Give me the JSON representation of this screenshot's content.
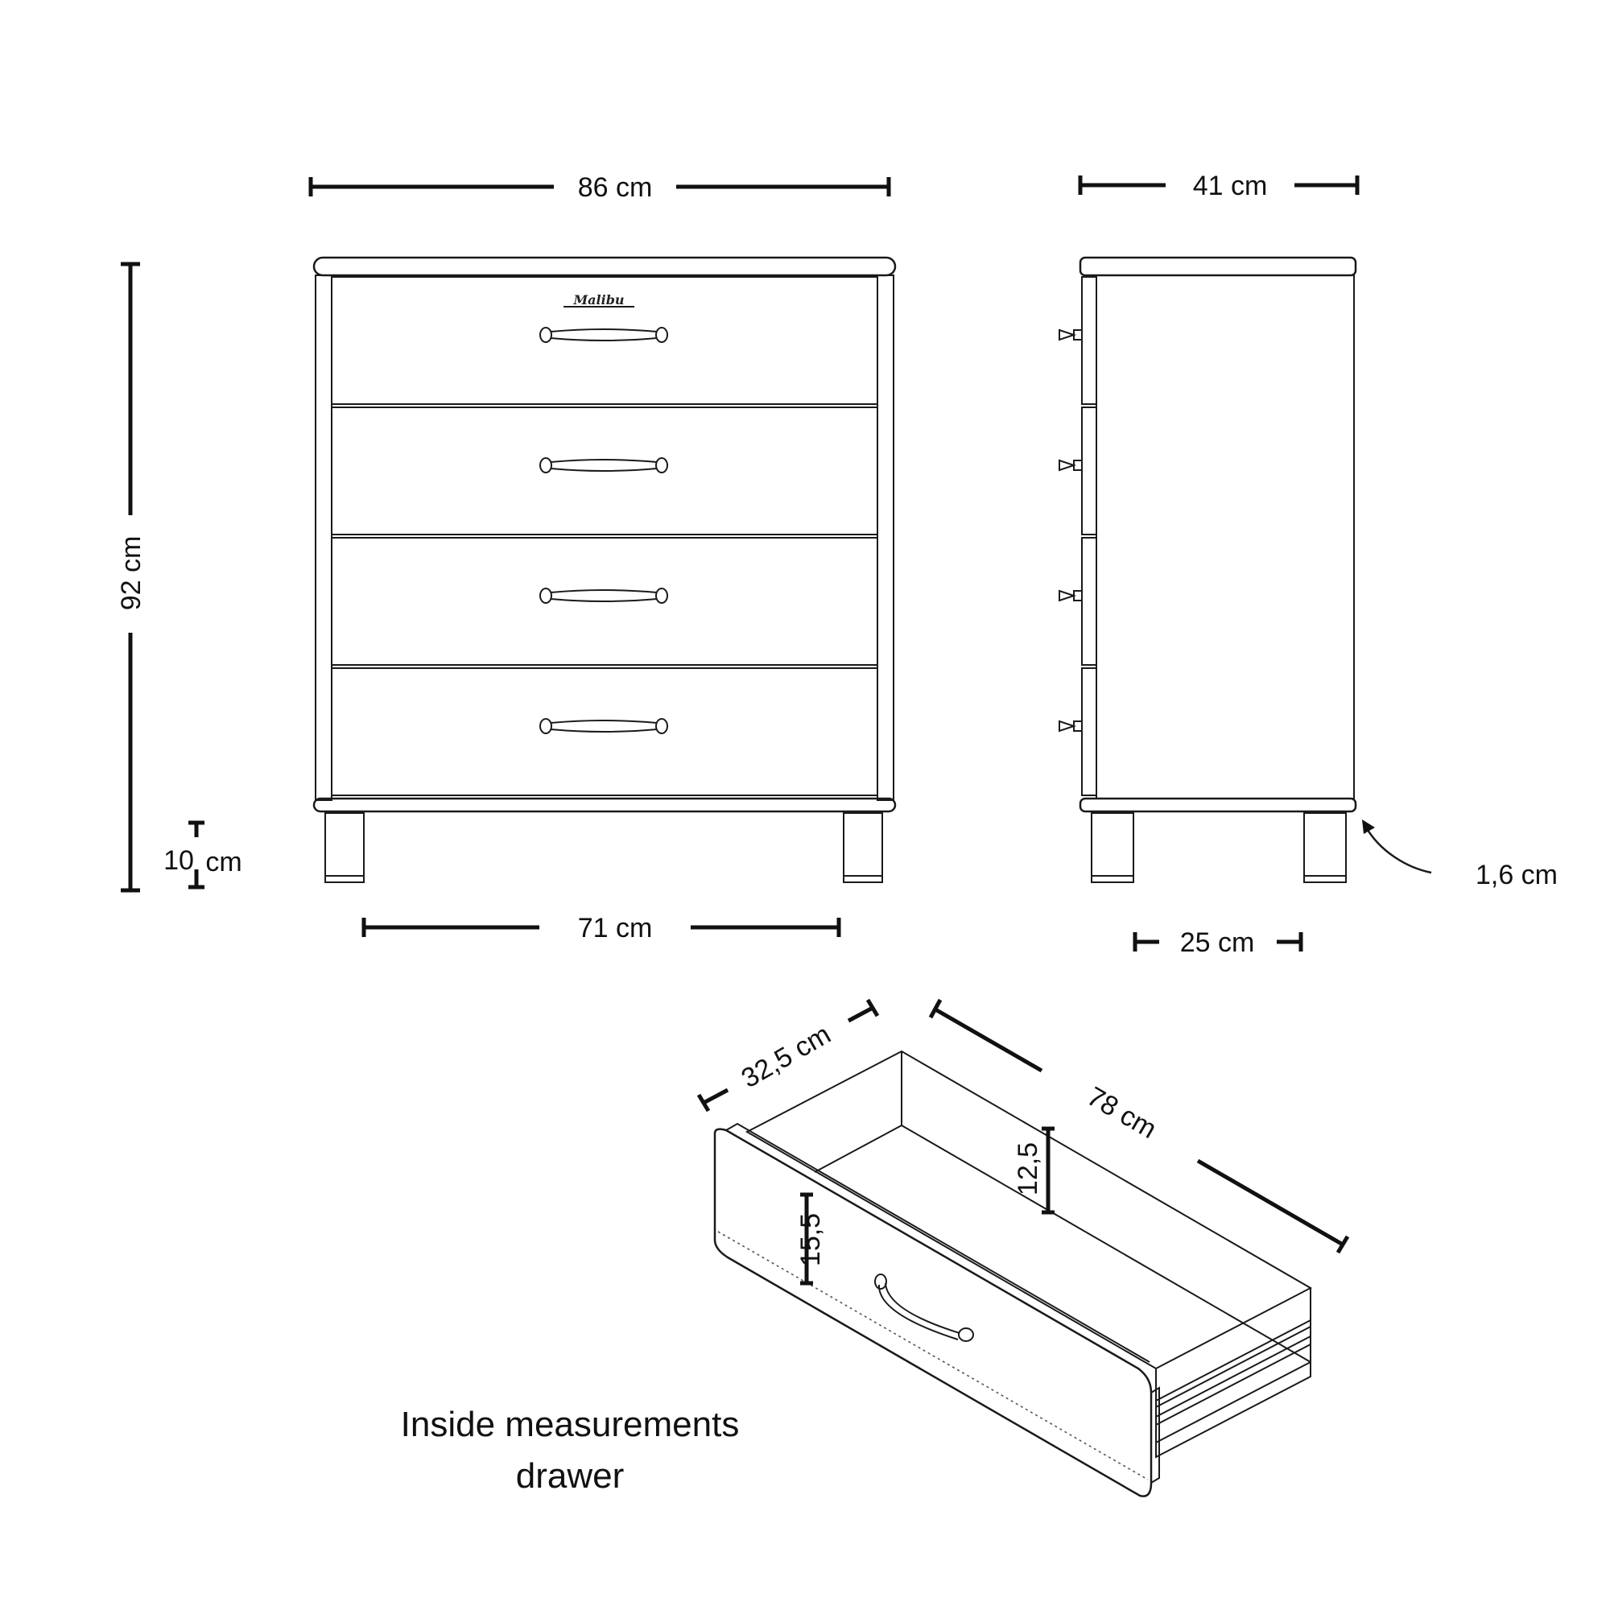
{
  "dimensions": {
    "front_width": "86 cm",
    "side_depth": "41 cm",
    "total_height": "92 cm",
    "leg_height_value": "10",
    "leg_height_unit": "cm",
    "leg_spacing_front": "71 cm",
    "leg_spacing_side": "25 cm",
    "front_overhang": "1,6 cm",
    "drawer_width": "32,5 cm",
    "drawer_length": "78 cm",
    "drawer_inner_height": "12,5",
    "drawer_front_height": "15,5"
  },
  "brand_label": "Malibu",
  "caption": {
    "line1": "Inside measurements",
    "line2": "drawer"
  },
  "colors": {
    "line": "#1a1a1a",
    "background": "#ffffff"
  }
}
